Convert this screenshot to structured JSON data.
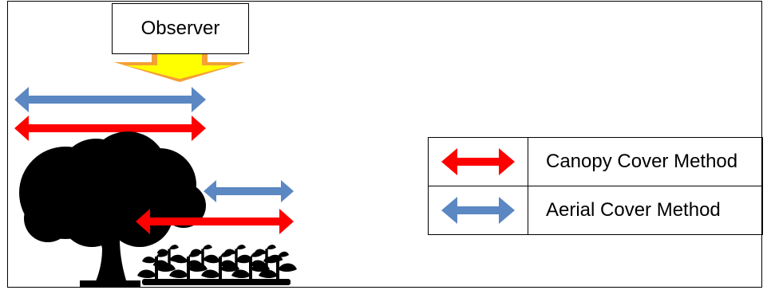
{
  "observer": {
    "label": "Observer"
  },
  "legend": {
    "items": [
      {
        "label": "Canopy Cover Method",
        "color": "#ff0000",
        "icon": "red-double-arrow-icon"
      },
      {
        "label": "Aerial Cover Method",
        "color": "#5b87c2",
        "icon": "blue-double-arrow-icon"
      }
    ]
  },
  "colors": {
    "canopy_arrow": "#ff0000",
    "aerial_arrow": "#5b87c2",
    "observer_arrow_fill": "#ffff00",
    "observer_arrow_outline": "#f4a035",
    "silhouette": "#000000"
  }
}
